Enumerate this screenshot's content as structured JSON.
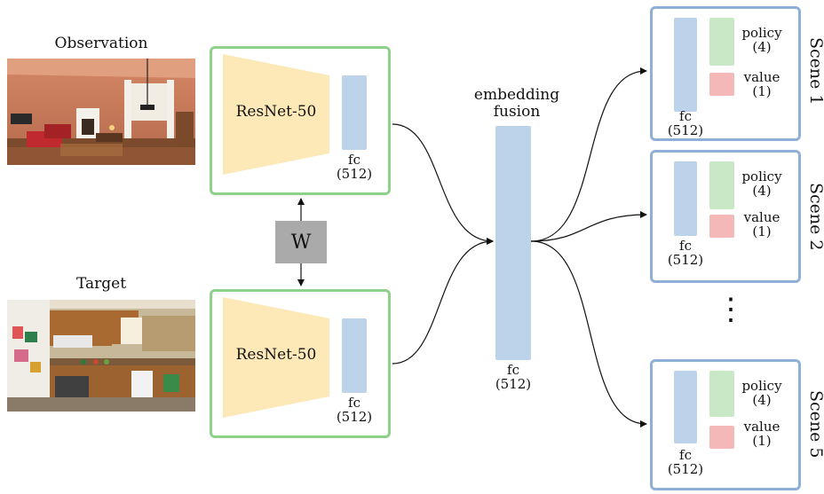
{
  "observation": {
    "label": "Observation"
  },
  "target": {
    "label": "Target"
  },
  "encoder": {
    "backbone": "ResNet-50",
    "fc_label": "fc",
    "fc_size": "(512)"
  },
  "shared_weights": {
    "label": "W"
  },
  "fusion": {
    "title_line1": "embedding",
    "title_line2": "fusion",
    "fc_label": "fc",
    "fc_size": "(512)"
  },
  "scenes": [
    {
      "name": "Scene 1",
      "fc_label": "fc",
      "fc_size": "(512)",
      "policy_label": "policy",
      "policy_size": "(4)",
      "value_label": "value",
      "value_size": "(1)"
    },
    {
      "name": "Scene 2",
      "fc_label": "fc",
      "fc_size": "(512)",
      "policy_label": "policy",
      "policy_size": "(4)",
      "value_label": "value",
      "value_size": "(1)"
    },
    {
      "name": "Scene 5",
      "fc_label": "fc",
      "fc_size": "(512)",
      "policy_label": "policy",
      "policy_size": "(4)",
      "value_label": "value",
      "value_size": "(1)"
    }
  ],
  "ellipsis": "⋮",
  "colors": {
    "encoder_border": "#8fd08a",
    "scene_border": "#8fb0d6",
    "trapezoid": "#fde8b8",
    "fc": "#bcd3ea",
    "policy": "#c9e8c6",
    "value": "#f4b8b8",
    "weights": "#aaaaaa"
  }
}
